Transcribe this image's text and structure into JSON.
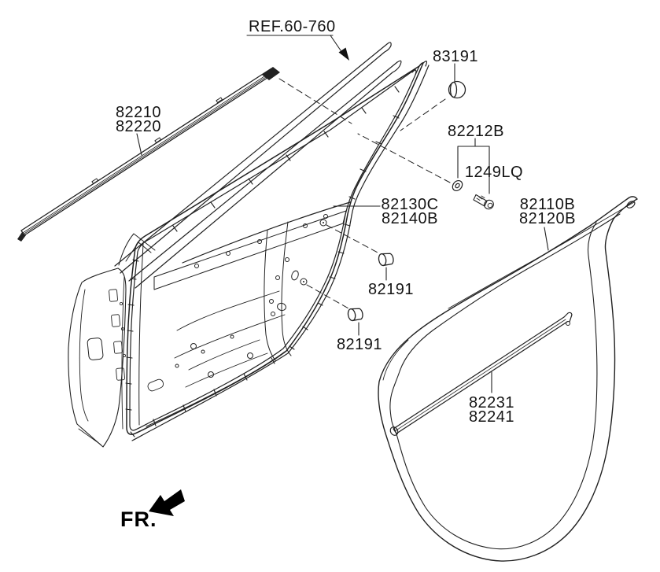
{
  "diagram": {
    "ref_callout": {
      "label": "REF.60-760"
    },
    "direction": {
      "label": "FR."
    },
    "callouts": {
      "belt_outer": {
        "line1": "82210",
        "line2": "82220"
      },
      "grommet": {
        "line1": "83191"
      },
      "retainer_ring": {
        "line1": "82212B"
      },
      "screw": {
        "line1": "1249LQ"
      },
      "door_side_seal": {
        "line1": "82130C",
        "line2": "82140B"
      },
      "body_weatherstrip": {
        "line1": "82110B",
        "line2": "82120B"
      },
      "plug_upper": {
        "line1": "82191"
      },
      "plug_lower": {
        "line1": "82191"
      },
      "belt_inner": {
        "line1": "82231",
        "line2": "82241"
      }
    },
    "colors": {
      "line": "#212121",
      "text": "#141414",
      "background": "#ffffff"
    }
  }
}
